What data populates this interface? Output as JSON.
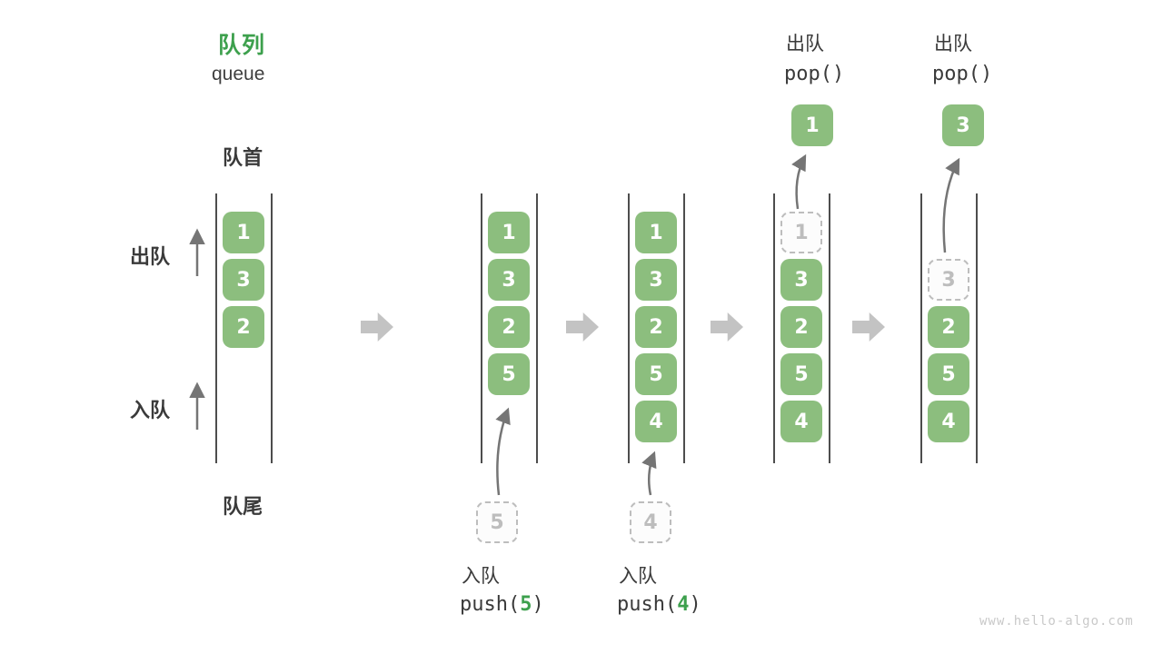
{
  "title": {
    "zh": "队列",
    "en": "queue"
  },
  "labels": {
    "front": "队首",
    "rear": "队尾",
    "dequeue": "出队",
    "enqueue": "入队"
  },
  "states": {
    "s1": {
      "slots": [
        "1",
        "3",
        "2"
      ]
    },
    "s2": {
      "slots": [
        "1",
        "3",
        "2",
        "5"
      ],
      "incoming": "5"
    },
    "s3": {
      "slots": [
        "1",
        "3",
        "2",
        "5",
        "4"
      ],
      "incoming": "4"
    },
    "s4": {
      "ghost": "1",
      "slots": [
        "3",
        "2",
        "5",
        "4"
      ],
      "popped": "1"
    },
    "s5": {
      "ghost": "3",
      "slots": [
        "2",
        "5",
        "4"
      ],
      "popped": "3"
    }
  },
  "operations": {
    "push5": {
      "name": "入队",
      "fn_open": "push(",
      "arg": "5",
      "fn_close": ")"
    },
    "push4": {
      "name": "入队",
      "fn_open": "push(",
      "arg": "4",
      "fn_close": ")"
    },
    "pop4": {
      "name": "出队",
      "fn": "pop()"
    },
    "pop5": {
      "name": "出队",
      "fn": "pop()"
    }
  },
  "watermark": "www.hello-algo.com",
  "colors": {
    "box_green": "#8CBE7E",
    "accent_green": "#3DA04D",
    "text_dark": "#3A3A3A",
    "ghost_gray": "#BDBDBD",
    "thin_arrow_gray": "#757575",
    "block_arrow_gray": "#C3C3C3"
  }
}
